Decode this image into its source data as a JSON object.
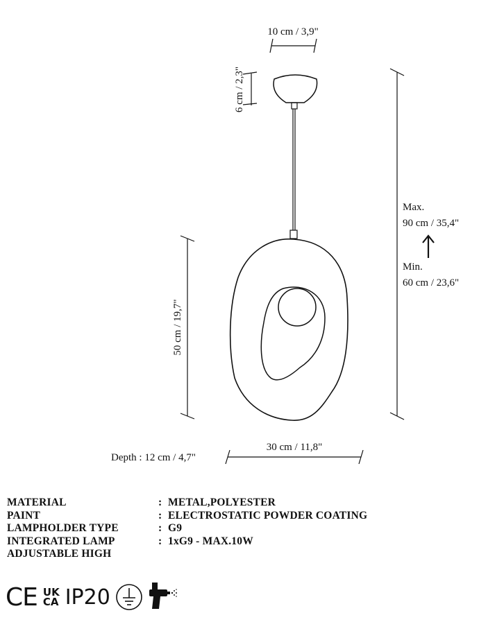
{
  "dimensions": {
    "canopy_width": "10 cm / 3,9\"",
    "canopy_height": "6 cm / 2,3\"",
    "max_label": "Max.",
    "max_value": "90 cm / 35,4\"",
    "min_label": "Min.",
    "min_value": "60 cm / 23,6\"",
    "shade_height": "50 cm / 19,7\"",
    "shade_width": "30 cm / 11,8\"",
    "depth": "Depth : 12 cm / 4,7\""
  },
  "specs": [
    {
      "label": "MATERIAL",
      "sep": ":",
      "value": "METAL,POLYESTER"
    },
    {
      "label": "PAINT",
      "sep": ":",
      "value": "ELECTROSTATIC POWDER COATING"
    },
    {
      "label": "LAMPHOLDER TYPE",
      "sep": ":",
      "value": "G9"
    },
    {
      "label": "INTEGRATED LAMP",
      "sep": ":",
      "value": "1xG9 - MAX.10W"
    },
    {
      "label": "ADJUSTABLE HIGH",
      "sep": "",
      "value": ""
    }
  ],
  "certifications": {
    "ce": "CE",
    "ukca_top": "UK",
    "ukca_bottom": "CA",
    "ip": "IP20",
    "icons": [
      "ground-symbol-icon",
      "spray-paint-gun-icon"
    ]
  }
}
